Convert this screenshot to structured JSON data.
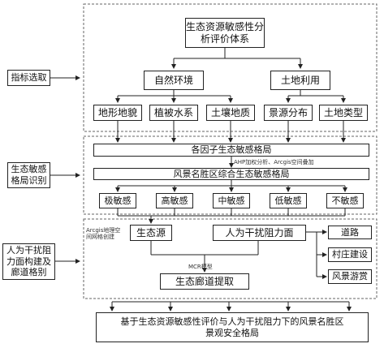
{
  "diagram": {
    "top_title": "生态资源敏感性分\n析评价体系",
    "natural_env": "自然环境",
    "land_use": "土地利用",
    "factors": [
      "地形地貌",
      "植被水系",
      "土壤地质",
      "景源分布",
      "土地类型"
    ],
    "factor_pattern": "各因子生态敏感格局",
    "ahp_note": "AHP加权分析、Arcgis空间叠加",
    "overall_pattern": "风景名胜区综合生态敏感格局",
    "levels": [
      "极敏感",
      "高敏感",
      "中敏感",
      "低敏感",
      "不敏感"
    ],
    "arcgis_note": "Arcgis地理空\n间网格创建",
    "eco_source": "生态源",
    "resistance": "人为干扰阻力面",
    "resistance_factors": [
      "道路",
      "村庄建设",
      "风景游赏"
    ],
    "mcr_note": "MCR模型",
    "corridor": "生态廊道提取",
    "final": "基于生态资源敏感性评价与人为干扰阻力下的风景名胜区\n景观安全格局"
  },
  "steps": {
    "step1": "指标选取",
    "step2": "生态敏感\n格局识别",
    "step3": "人为干扰阻\n力面构建及\n廊道格别"
  }
}
